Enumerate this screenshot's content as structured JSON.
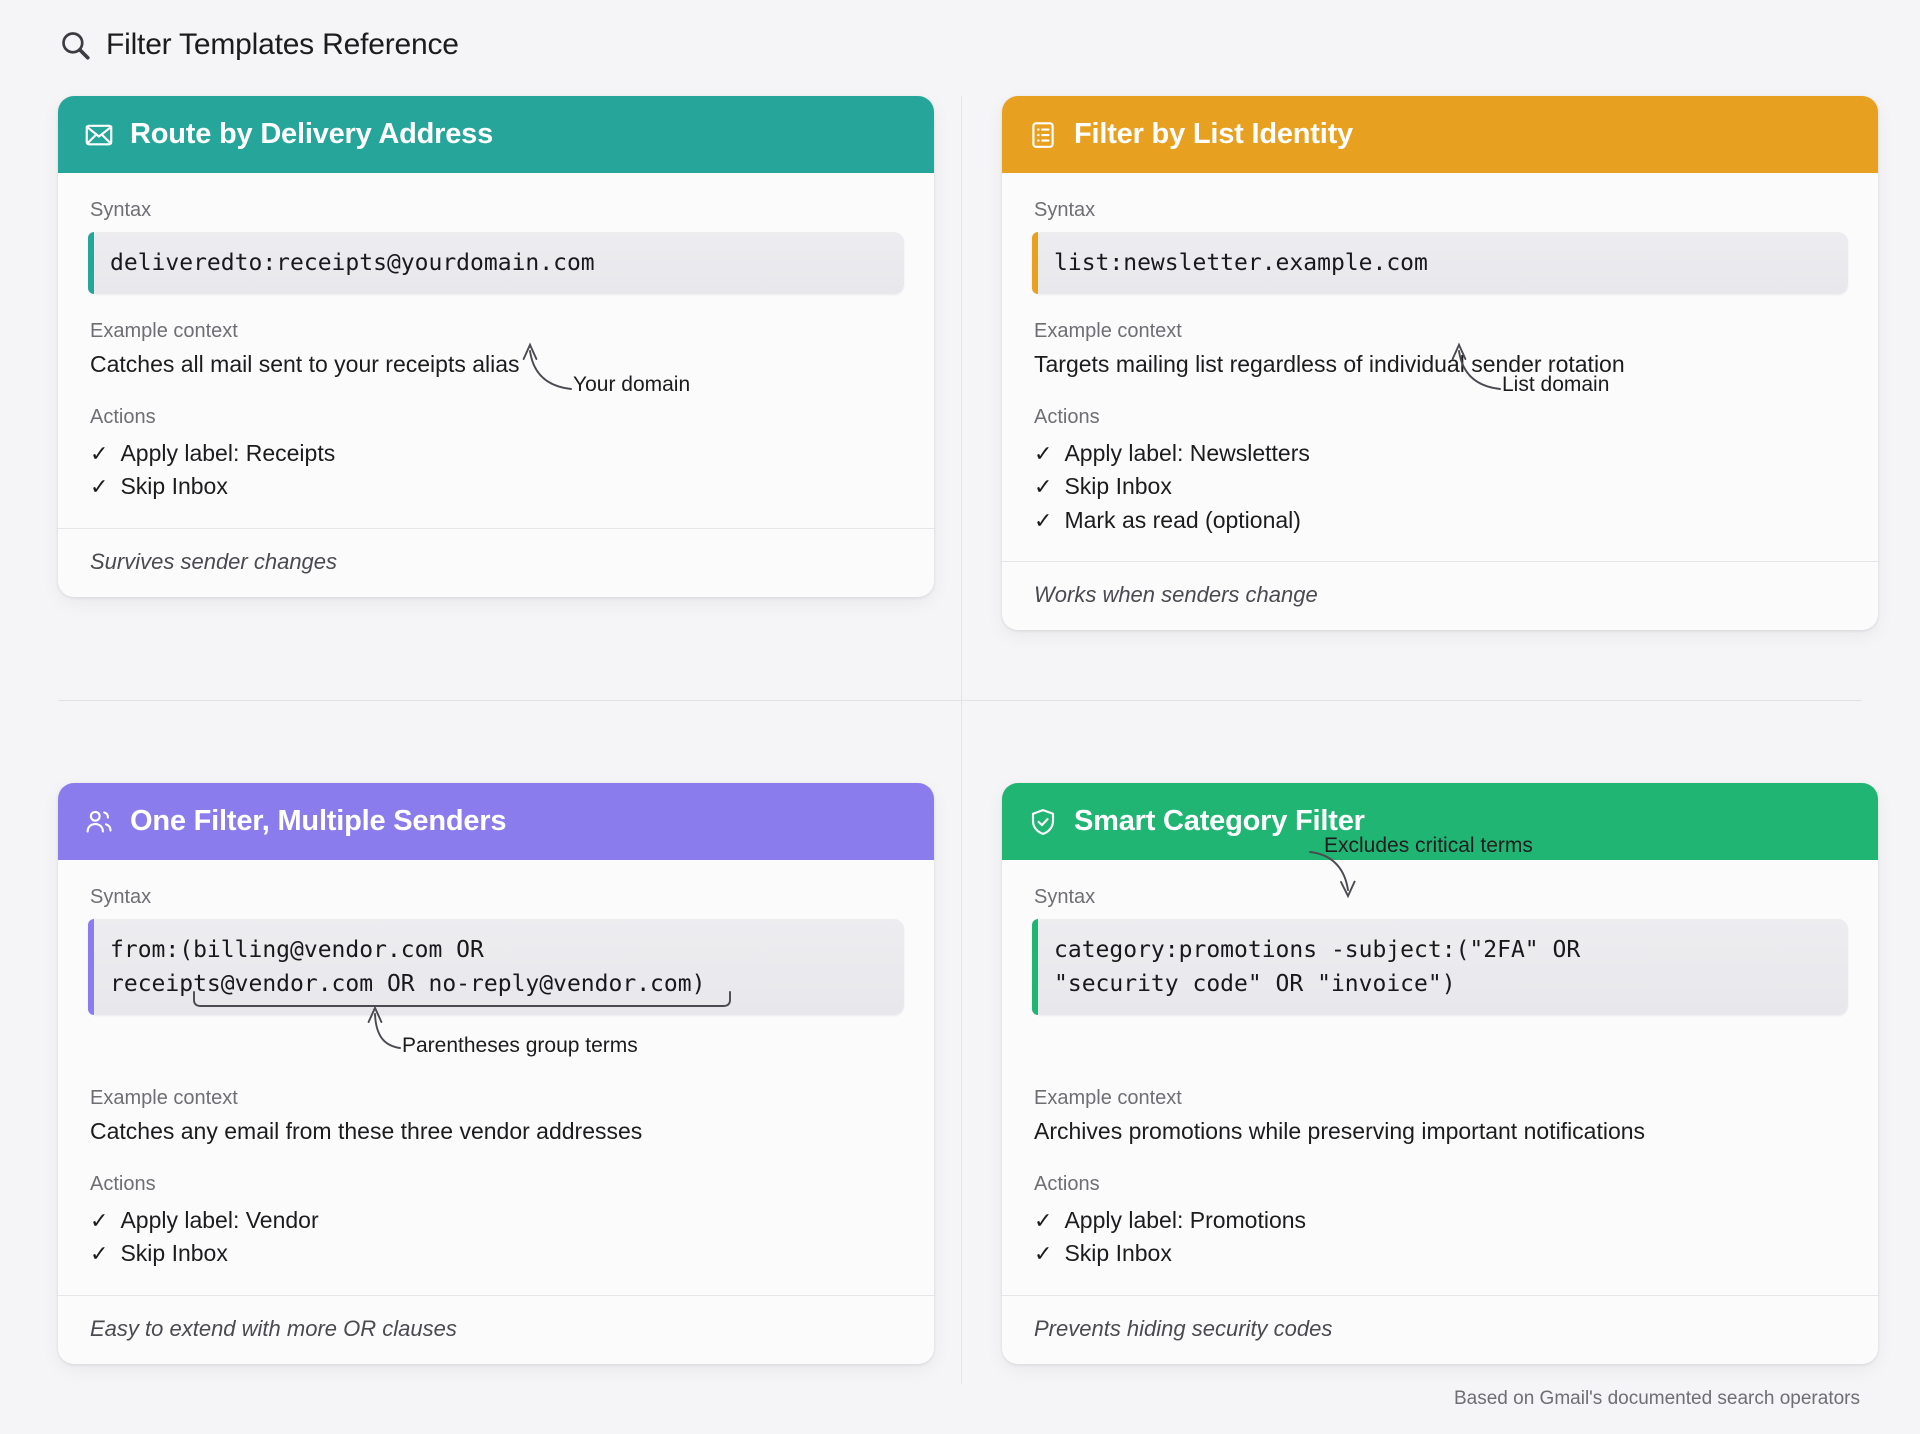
{
  "page": {
    "title": "Filter Templates Reference",
    "search_icon": "magnifier-icon",
    "credit": "Based on Gmail's documented search operators",
    "background": "#f5f5f7"
  },
  "labels": {
    "syntax": "Syntax",
    "example_context": "Example context",
    "actions": "Actions",
    "check": "✓"
  },
  "cards": [
    {
      "id": "route-by-delivery-address",
      "title": "Route by Delivery Address",
      "icon": "envelope-icon",
      "accent": "#26a69a",
      "syntax": "deliveredto:receipts@yourdomain.com",
      "annotation": "Your domain",
      "context": "Catches all mail sent to your receipts alias",
      "actions": [
        "Apply label: Receipts",
        "Skip Inbox"
      ],
      "footer": "Survives sender changes"
    },
    {
      "id": "filter-by-list-identity",
      "title": "Filter by List Identity",
      "icon": "list-document-icon",
      "accent": "#e8a020",
      "syntax": "list:newsletter.example.com",
      "annotation": "List domain",
      "context": "Targets mailing list regardless of individual sender rotation",
      "actions": [
        "Apply label: Newsletters",
        "Skip Inbox",
        "Mark as read (optional)"
      ],
      "footer": "Works when senders change"
    },
    {
      "id": "one-filter-multiple-senders",
      "title": "One Filter, Multiple Senders",
      "icon": "users-icon",
      "accent": "#8b7ced",
      "syntax": "from:(billing@vendor.com OR\nreceipts@vendor.com OR no-reply@vendor.com)",
      "annotation": "Parentheses group terms",
      "context": "Catches any email from these three vendor addresses",
      "actions": [
        "Apply label: Vendor",
        "Skip Inbox"
      ],
      "footer": "Easy to extend with more OR clauses"
    },
    {
      "id": "smart-category-filter",
      "title": "Smart Category Filter",
      "icon": "shield-check-icon",
      "accent": "#21b573",
      "syntax": "category:promotions -subject:(\"2FA\" OR\n\"security code\" OR \"invoice\")",
      "annotation": "Excludes critical terms",
      "context": "Archives promotions while preserving important notifications",
      "actions": [
        "Apply label: Promotions",
        "Skip Inbox"
      ],
      "footer": "Prevents hiding security codes"
    }
  ]
}
